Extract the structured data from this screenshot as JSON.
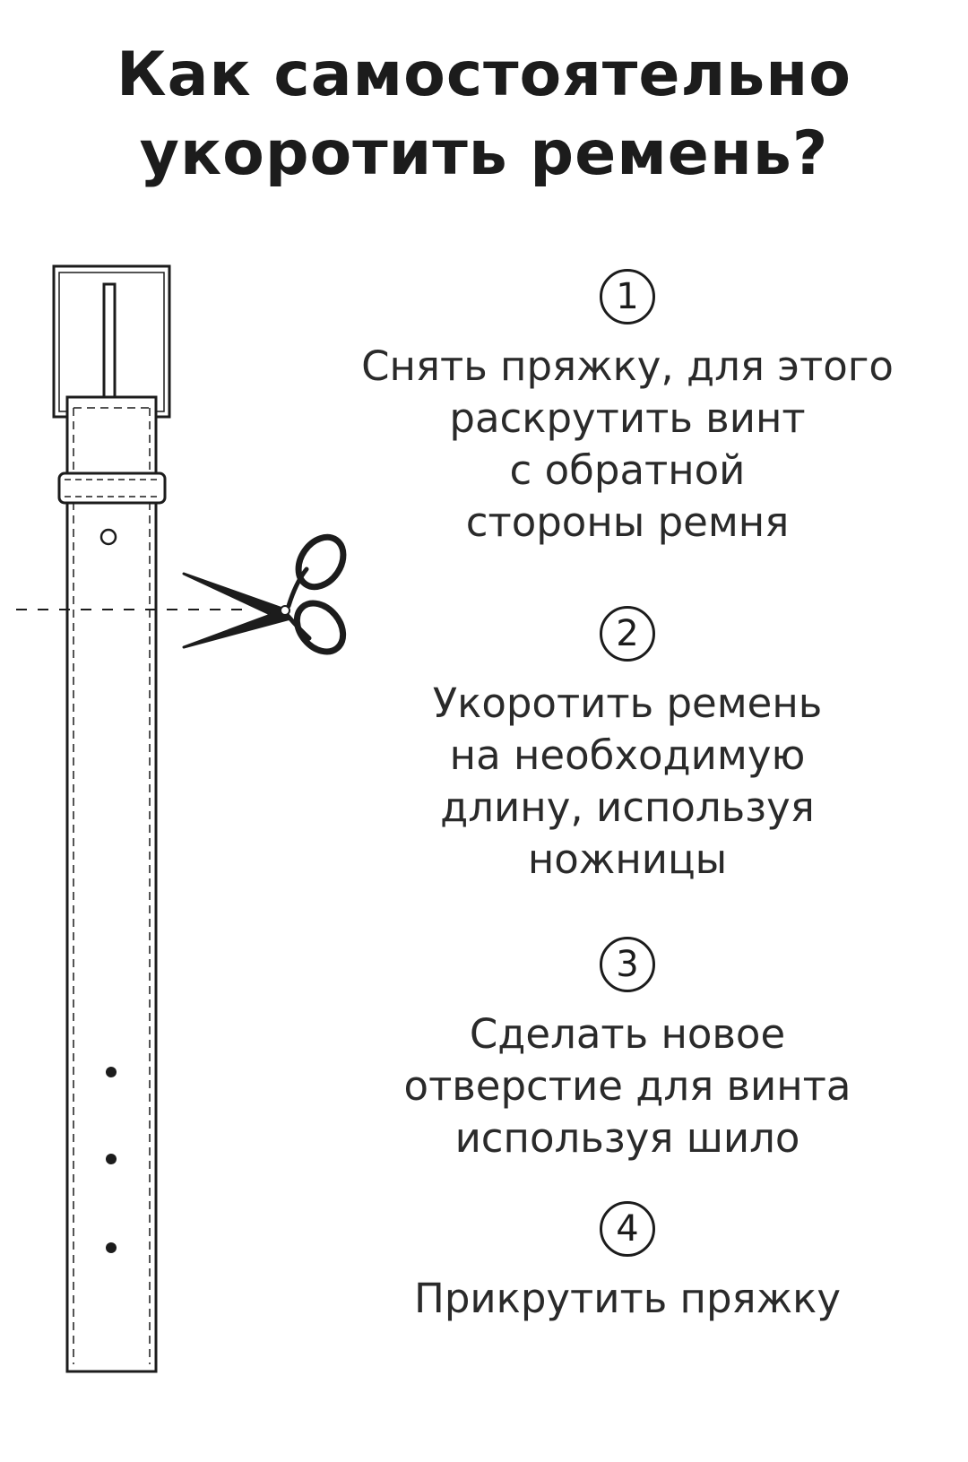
{
  "title": {
    "line1": "Как самостоятельно",
    "line2": "укоротить ремень?"
  },
  "steps": [
    {
      "number": "1",
      "text": "Снять пряжку, для этого\nраскрутить винт\nс обратной\nстороны ремня"
    },
    {
      "number": "2",
      "text": "Укоротить ремень\nна необходимую\nдлину, используя\nножницы"
    },
    {
      "number": "3",
      "text": "Сделать новое\nотверстие для винта\nиспользуя шило"
    },
    {
      "number": "4",
      "text": "Прикрутить пряжку"
    }
  ],
  "illustration": {
    "belt": "belt-icon",
    "buckle": "buckle-icon",
    "scissors": "scissors-icon",
    "cut_line": "dashed-cut-line"
  },
  "colors": {
    "ink": "#1c1c1c",
    "background": "#ffffff"
  }
}
